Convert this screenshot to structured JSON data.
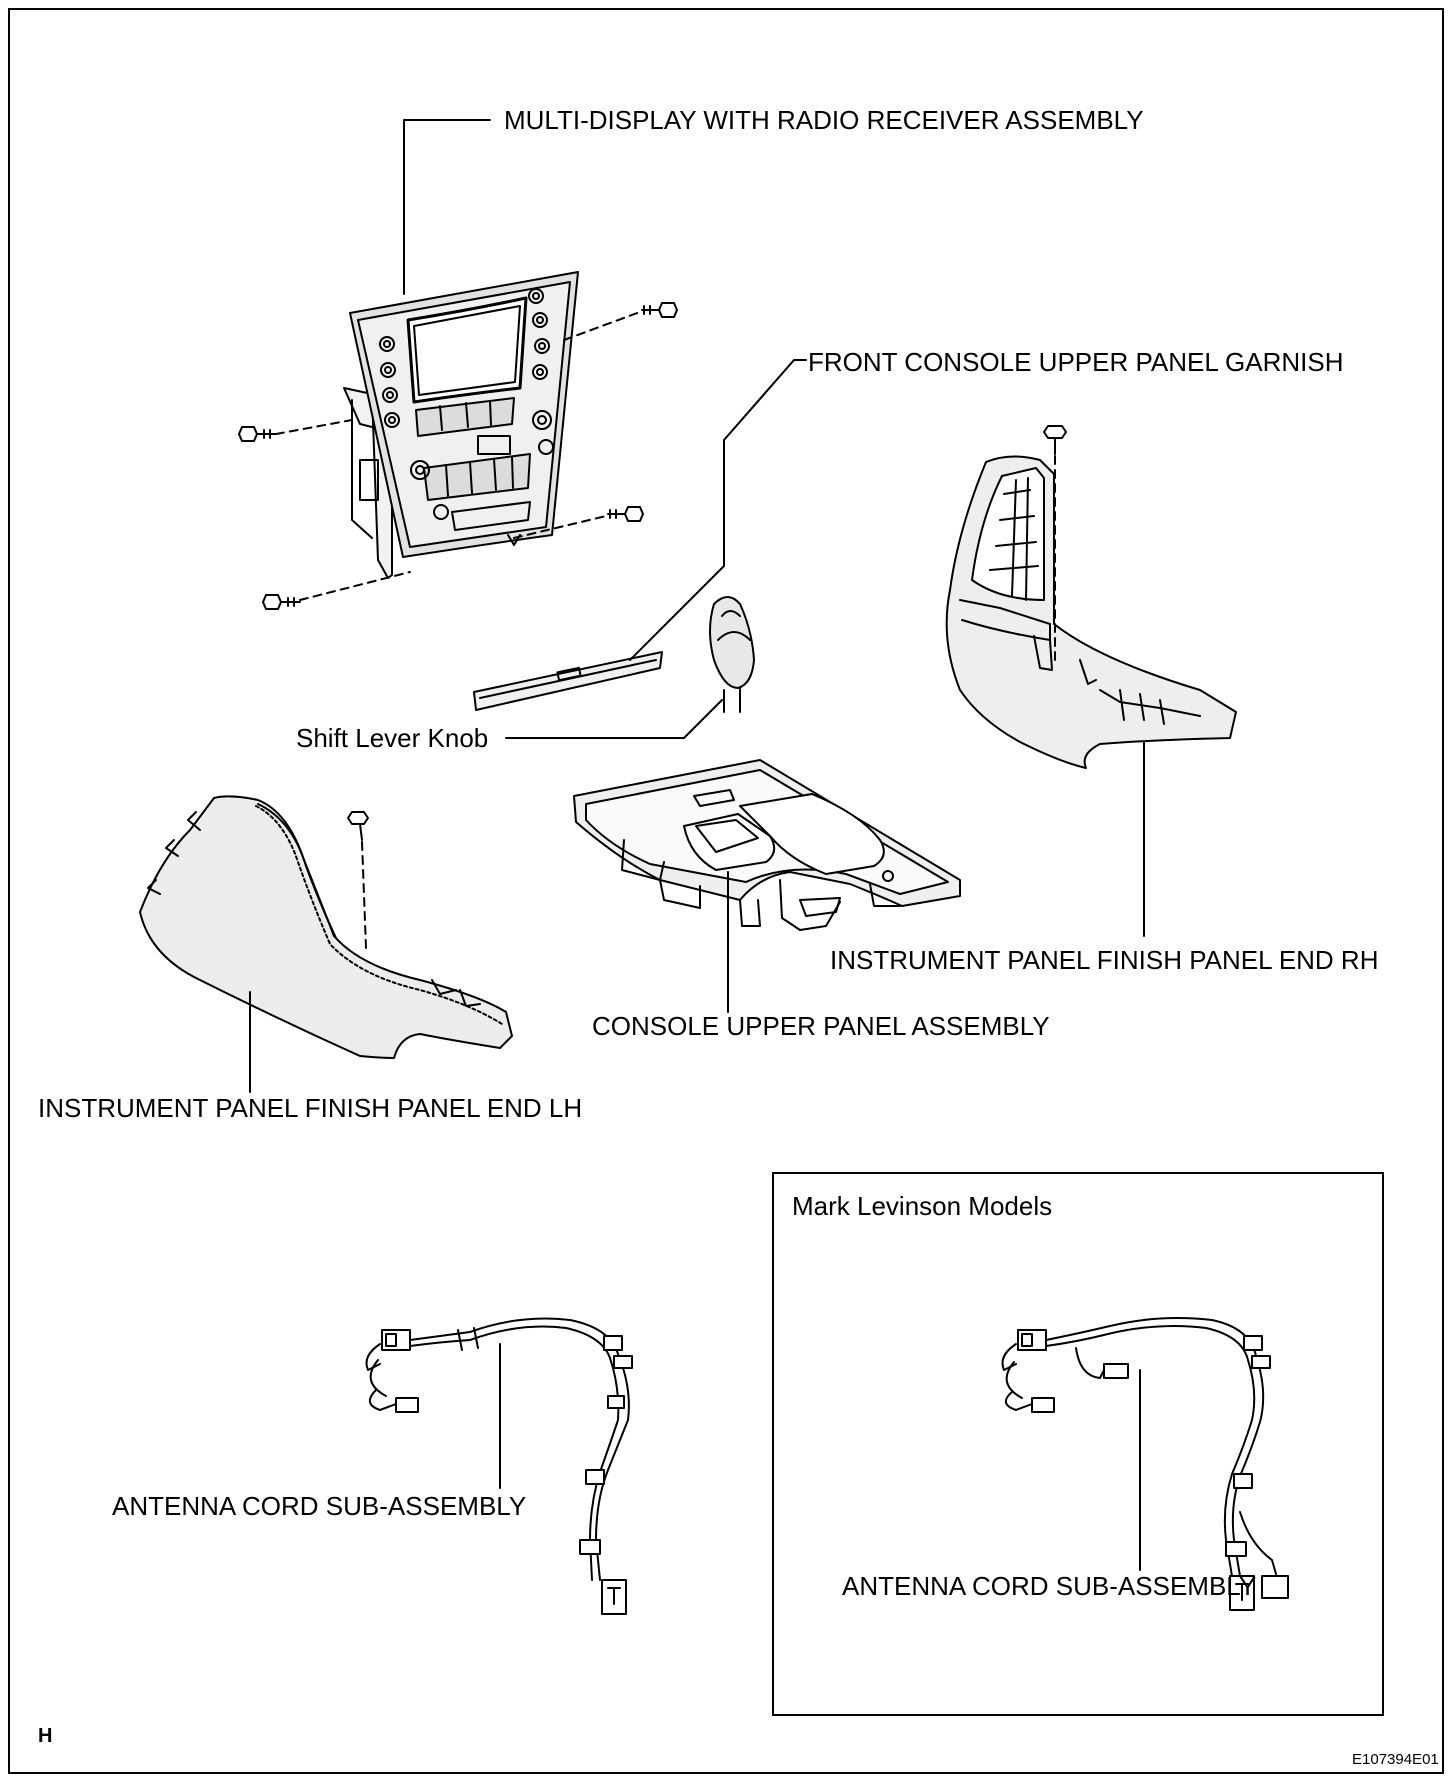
{
  "labels": {
    "multi_display": "MULTI-DISPLAY WITH RADIO RECEIVER ASSEMBLY",
    "front_console_garnish": "FRONT CONSOLE UPPER PANEL GARNISH",
    "shift_lever_knob": "Shift Lever Knob",
    "finish_panel_rh": "INSTRUMENT PANEL FINISH PANEL END RH",
    "console_upper_panel": "CONSOLE UPPER PANEL ASSEMBLY",
    "finish_panel_lh": "INSTRUMENT PANEL FINISH PANEL END LH",
    "inset_title": "Mark Levinson Models",
    "antenna_cord_left": "ANTENNA CORD SUB-ASSEMBLY",
    "antenna_cord_right": "ANTENNA CORD SUB-ASSEMBLY"
  },
  "corner_letter": "H",
  "figure_code": "E107394E01"
}
